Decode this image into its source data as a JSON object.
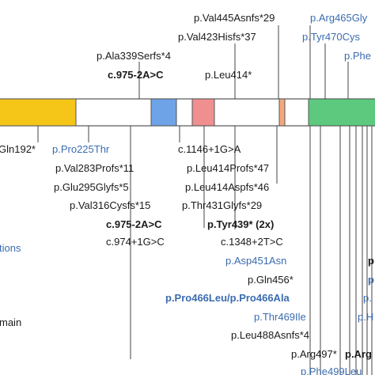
{
  "colors": {
    "text": "#1a1a1a",
    "missense": "#3b6cb0",
    "line": "#444444",
    "domain_yellow": "#f5c518",
    "domain_blue": "#6fa3e8",
    "domain_pink": "#ef8f8f",
    "domain_orange": "#f5a97a",
    "domain_green": "#5cc97e"
  },
  "legend": {
    "missense_partial": "tions",
    "domain_partial": "main"
  },
  "variants_above": {
    "val445": "p.Val445Asnfs*29",
    "arg465": "p.Arg465Gly",
    "val423": "p.Val423Hisfs*37",
    "tyr470": "p.Tyr470Cys",
    "ala339": "p.Ala339Serfs*4",
    "phe_top": "p.Phe",
    "c975_top": "c.975-2A>C",
    "leu414": "p.Leu414*"
  },
  "variants_below": {
    "gln192": "Gln192*",
    "pro225": "p.Pro225Thr",
    "c1146": "c.1146+1G>A",
    "val283": "p.Val283Profs*11",
    "leu414profs": "p.Leu414Profs*47",
    "glu295": "p.Glu295Glyfs*5",
    "leu414aspfs": "p.Leu414Aspfs*46",
    "val316": "p.Val316Cysfs*15",
    "thr431": "p.Thr431Glyfs*29",
    "c975_bot": "c.975-2A>C",
    "tyr439": "p.Tyr439* (2x)",
    "c974": "c.974+1G>C",
    "c1348": "c.1348+2T>C",
    "asp451": "p.Asp451Asn",
    "p_right1": "p",
    "gln456": "p.Gln456*",
    "pro466": "p.Pro466Leu/p.Pro466Ala",
    "p_right2": "p",
    "thr469": "p.Thr469Ile",
    "p_right3": "p.",
    "leu488": "p.Leu488Asnfs*4",
    "p_right4": "p.H",
    "arg497": "p.Arg497*",
    "arg_right": "p.Arg",
    "phe499": "p.Phe499Leu"
  }
}
